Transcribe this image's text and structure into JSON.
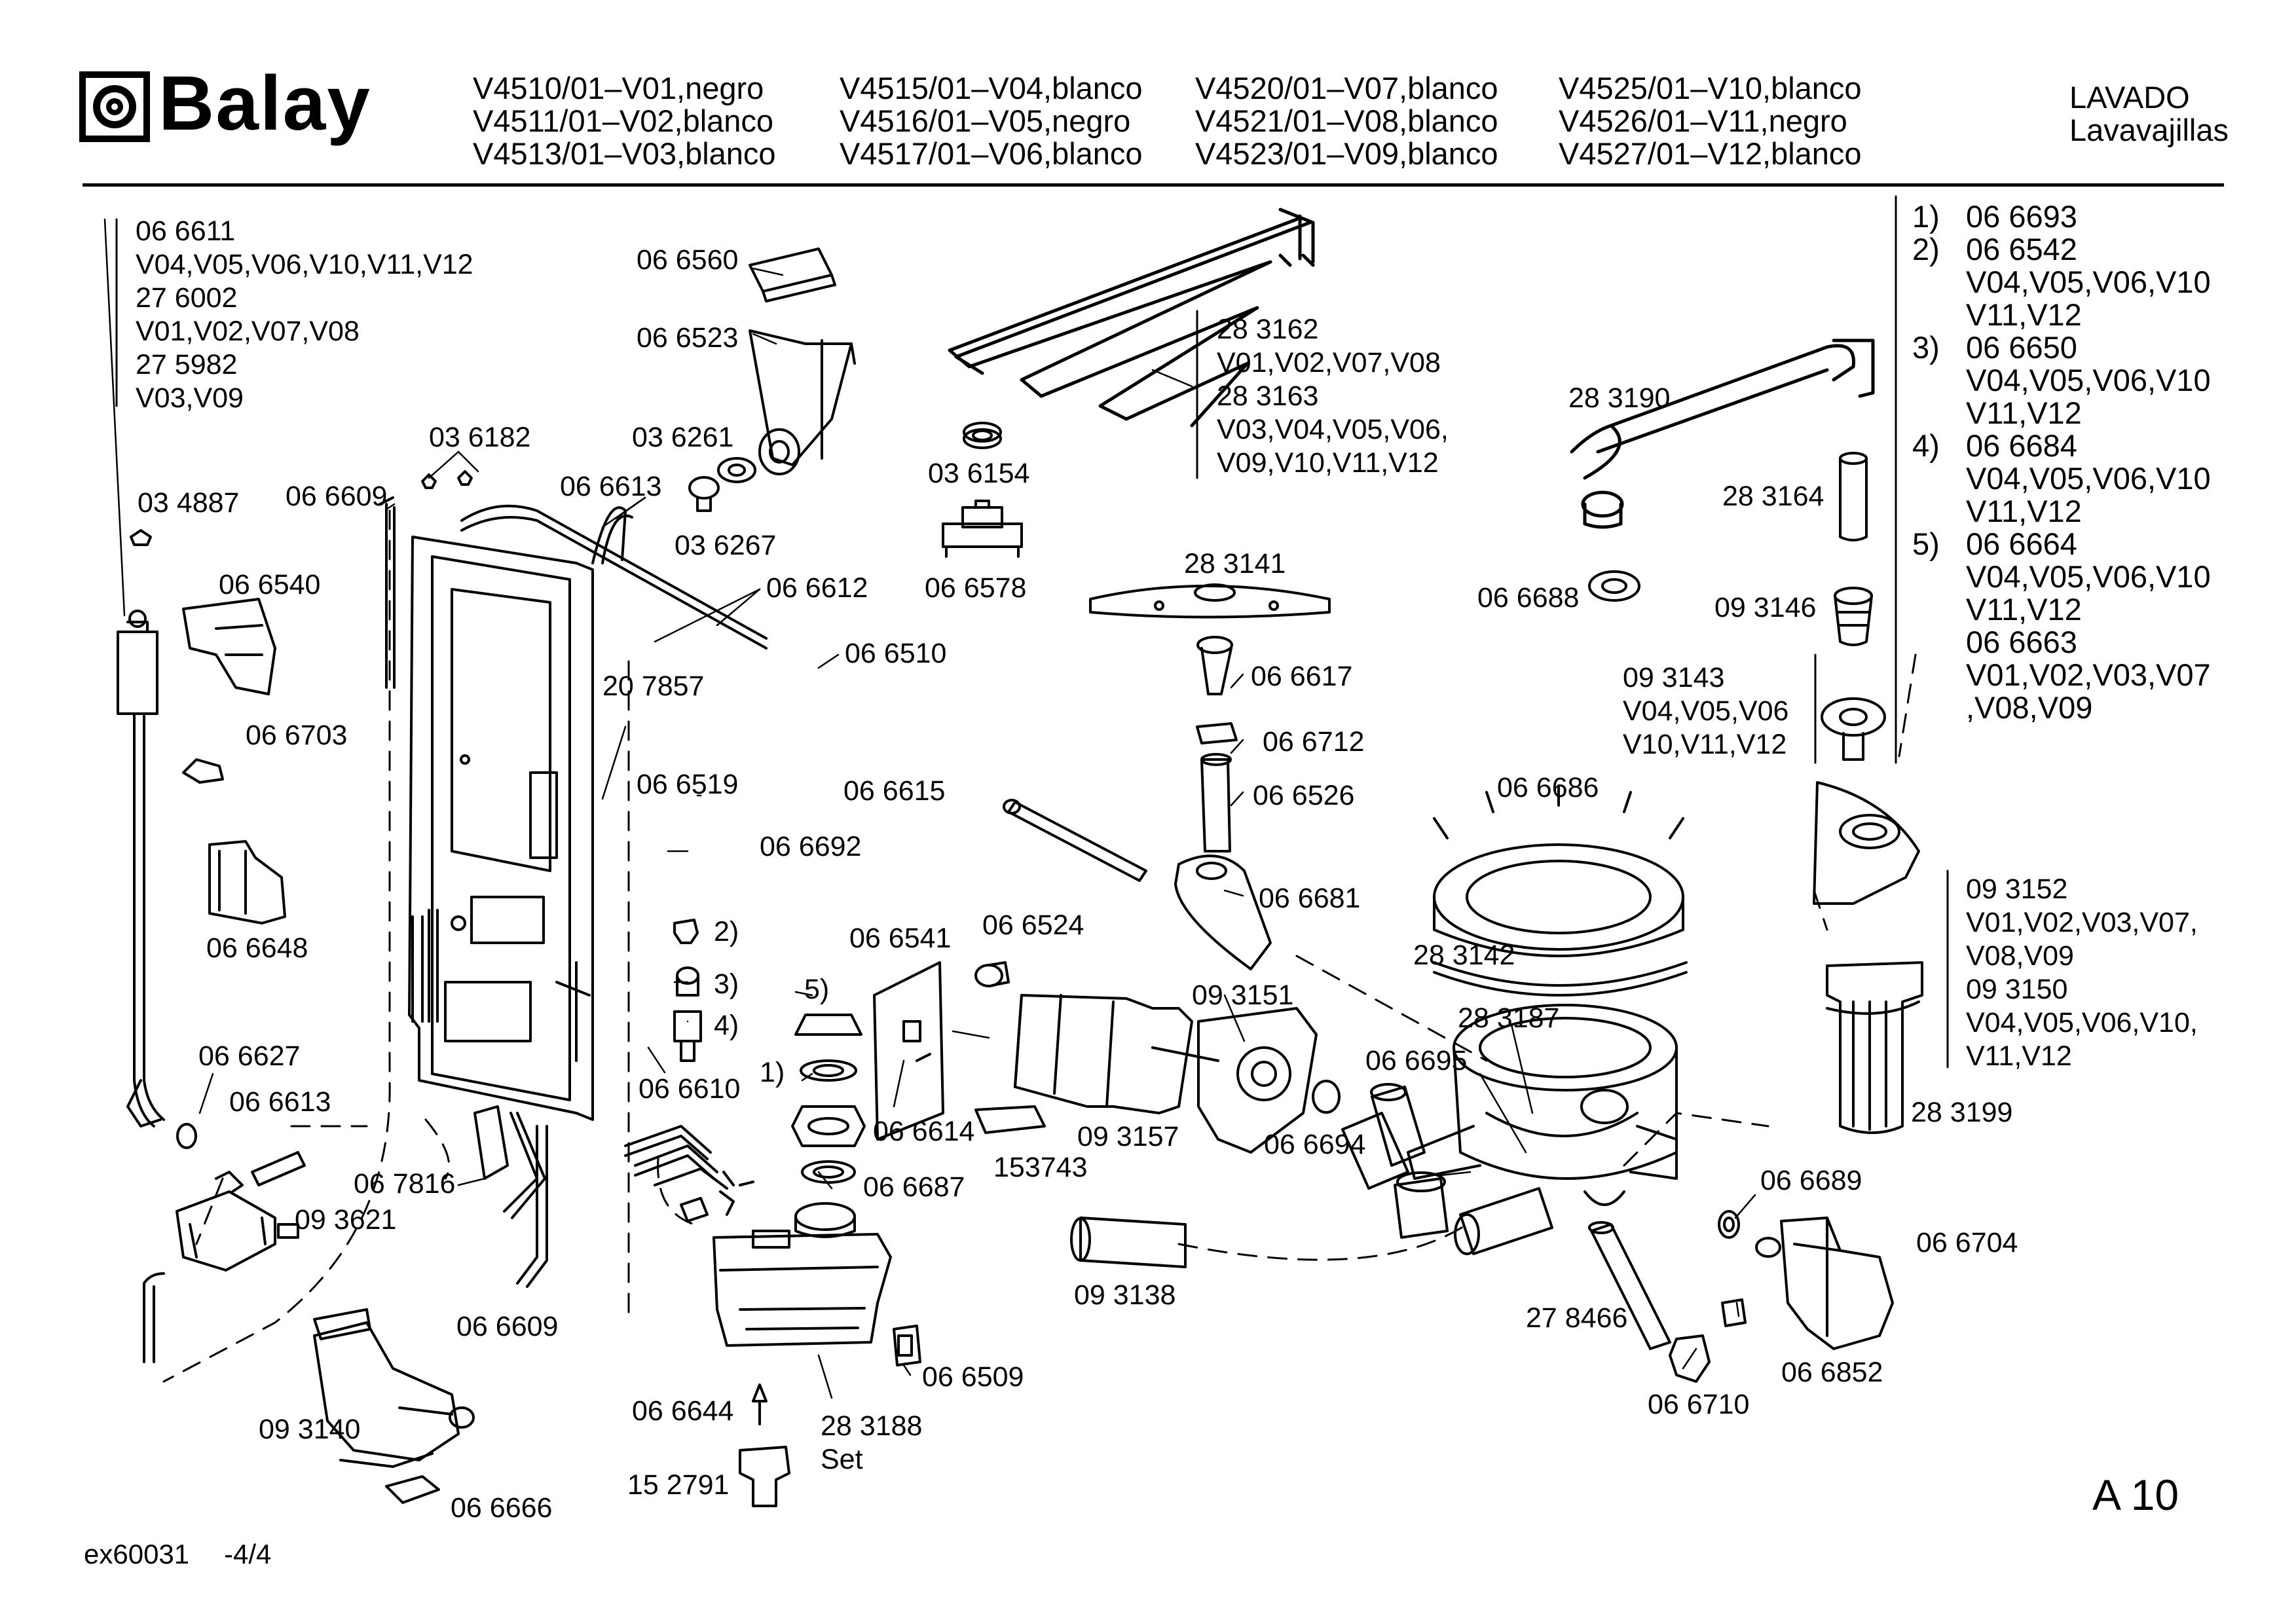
{
  "brand": {
    "name": "Balay"
  },
  "models": [
    [
      "V4510/01–V01,negro",
      "V4511/01–V02,blanco",
      "V4513/01–V03,blanco"
    ],
    [
      "V4515/01–V04,blanco",
      "V4516/01–V05,negro",
      "V4517/01–V06,blanco"
    ],
    [
      "V4520/01–V07,blanco",
      "V4521/01–V08,blanco",
      "V4523/01–V09,blanco"
    ],
    [
      "V4525/01–V10,blanco",
      "V4526/01–V11,negro",
      "V4527/01–V12,blanco"
    ]
  ],
  "section": {
    "title": "LAVADO",
    "subtitle": "Lavavajillas"
  },
  "legend": [
    {
      "num": "1)",
      "lines": [
        "06 6693"
      ]
    },
    {
      "num": "2)",
      "lines": [
        "06 6542",
        "V04,V05,V06,V10",
        "V11,V12"
      ]
    },
    {
      "num": "3)",
      "lines": [
        "06 6650",
        "V04,V05,V06,V10",
        "V11,V12"
      ]
    },
    {
      "num": "4)",
      "lines": [
        "06 6684",
        "V04,V05,V06,V10",
        "V11,V12"
      ]
    },
    {
      "num": "5)",
      "lines": [
        "06 6664",
        "V04,V05,V06,V10",
        "V11,V12",
        "06 6663",
        "V01,V02,V03,V07",
        ",V08,V09"
      ]
    }
  ],
  "page_ref": "A 10",
  "footer": {
    "code": "ex60031",
    "page": "-4/4"
  },
  "labels": [
    {
      "id": "lbl-066611",
      "lines": [
        "06 6611",
        "V04,V05,V06,V10,V11,V12",
        "27 6002",
        "V01,V02,V07,V08",
        "27 5982",
        "V03,V09"
      ]
    },
    {
      "id": "lbl-066560",
      "lines": [
        "06 6560"
      ]
    },
    {
      "id": "lbl-066523",
      "lines": [
        "06 6523"
      ]
    },
    {
      "id": "lbl-283162",
      "lines": [
        "28 3162",
        "V01,V02,V07,V08",
        "28 3163",
        "V03,V04,V05,V06,",
        "V09,V10,V11,V12"
      ]
    },
    {
      "id": "lbl-283190",
      "lines": [
        "28 3190"
      ]
    },
    {
      "id": "lbl-036182",
      "lines": [
        "03 6182"
      ]
    },
    {
      "id": "lbl-036261",
      "lines": [
        "03 6261"
      ]
    },
    {
      "id": "lbl-034887",
      "lines": [
        "03 4887"
      ]
    },
    {
      "id": "lbl-066609a",
      "lines": [
        "06 6609"
      ]
    },
    {
      "id": "lbl-066613a",
      "lines": [
        "06 6613"
      ]
    },
    {
      "id": "lbl-036267",
      "lines": [
        "03 6267"
      ]
    },
    {
      "id": "lbl-036154",
      "lines": [
        "03 6154"
      ]
    },
    {
      "id": "lbl-066578",
      "lines": [
        "06 6578"
      ]
    },
    {
      "id": "lbl-283164",
      "lines": [
        "28 3164"
      ]
    },
    {
      "id": "lbl-066540",
      "lines": [
        "06 6540"
      ]
    },
    {
      "id": "lbl-066612",
      "lines": [
        "06 6612"
      ]
    },
    {
      "id": "lbl-283141",
      "lines": [
        "28 3141"
      ]
    },
    {
      "id": "lbl-066688",
      "lines": [
        "06 6688"
      ]
    },
    {
      "id": "lbl-093146",
      "lines": [
        "09 3146"
      ]
    },
    {
      "id": "lbl-066510",
      "lines": [
        "06 6510"
      ]
    },
    {
      "id": "lbl-207857",
      "lines": [
        "20 7857"
      ]
    },
    {
      "id": "lbl-066617",
      "lines": [
        "06 6617"
      ]
    },
    {
      "id": "lbl-093143",
      "lines": [
        "09 3143",
        "V04,V05,V06",
        "V10,V11,V12"
      ]
    },
    {
      "id": "lbl-066703",
      "lines": [
        "06 6703"
      ]
    },
    {
      "id": "lbl-066712",
      "lines": [
        "06 6712"
      ]
    },
    {
      "id": "lbl-066519",
      "lines": [
        "06 6519"
      ]
    },
    {
      "id": "lbl-066615",
      "lines": [
        "06 6615"
      ]
    },
    {
      "id": "lbl-066526",
      "lines": [
        "06 6526"
      ]
    },
    {
      "id": "lbl-066686",
      "lines": [
        "06 6686"
      ]
    },
    {
      "id": "lbl-066692",
      "lines": [
        "06 6692"
      ]
    },
    {
      "id": "lbl-066681",
      "lines": [
        "06 6681"
      ]
    },
    {
      "id": "lbl-093152",
      "lines": [
        "09 3152",
        "V01,V02,V03,V07,",
        "V08,V09",
        "09 3150",
        "V04,V05,V06,V10,",
        "V11,V12"
      ]
    },
    {
      "id": "lbl-066648",
      "lines": [
        "06 6648"
      ]
    },
    {
      "id": "lbl-2",
      "lines": [
        "2)"
      ]
    },
    {
      "id": "lbl-066541",
      "lines": [
        "06 6541"
      ]
    },
    {
      "id": "lbl-066524",
      "lines": [
        "06 6524"
      ]
    },
    {
      "id": "lbl-283142",
      "lines": [
        "28 3142"
      ]
    },
    {
      "id": "lbl-3",
      "lines": [
        "3)"
      ]
    },
    {
      "id": "lbl-5",
      "lines": [
        "5)"
      ]
    },
    {
      "id": "lbl-093151",
      "lines": [
        "09 3151"
      ]
    },
    {
      "id": "lbl-283187",
      "lines": [
        "28 3187"
      ]
    },
    {
      "id": "lbl-4",
      "lines": [
        "4)"
      ]
    },
    {
      "id": "lbl-066627",
      "lines": [
        "06 6627"
      ]
    },
    {
      "id": "lbl-1",
      "lines": [
        "1)"
      ]
    },
    {
      "id": "lbl-066695",
      "lines": [
        "06 6695"
      ]
    },
    {
      "id": "lbl-066610",
      "lines": [
        "06 6610"
      ]
    },
    {
      "id": "lbl-066613b",
      "lines": [
        "06 6613"
      ]
    },
    {
      "id": "lbl-066614",
      "lines": [
        "06 6614"
      ]
    },
    {
      "id": "lbl-093157",
      "lines": [
        "09 3157"
      ]
    },
    {
      "id": "lbl-283199",
      "lines": [
        "28 3199"
      ]
    },
    {
      "id": "lbl-153743",
      "lines": [
        "153743"
      ]
    },
    {
      "id": "lbl-066694",
      "lines": [
        "06 6694"
      ]
    },
    {
      "id": "lbl-066689",
      "lines": [
        "06 6689"
      ]
    },
    {
      "id": "lbl-067816",
      "lines": [
        "06 7816"
      ]
    },
    {
      "id": "lbl-066687",
      "lines": [
        "06 6687"
      ]
    },
    {
      "id": "lbl-093621",
      "lines": [
        "09 3621"
      ]
    },
    {
      "id": "lbl-066704",
      "lines": [
        "06 6704"
      ]
    },
    {
      "id": "lbl-093138",
      "lines": [
        "09 3138"
      ]
    },
    {
      "id": "lbl-278466",
      "lines": [
        "27 8466"
      ]
    },
    {
      "id": "lbl-066609b",
      "lines": [
        "06 6609"
      ]
    },
    {
      "id": "lbl-066509",
      "lines": [
        "06 6509"
      ]
    },
    {
      "id": "lbl-066852",
      "lines": [
        "06 6852"
      ]
    },
    {
      "id": "lbl-066644",
      "lines": [
        "06 6644"
      ]
    },
    {
      "id": "lbl-283188",
      "lines": [
        "28 3188",
        "Set"
      ]
    },
    {
      "id": "lbl-066710",
      "lines": [
        "06 6710"
      ]
    },
    {
      "id": "lbl-093140",
      "lines": [
        "09 3140"
      ]
    },
    {
      "id": "lbl-152791",
      "lines": [
        "15 2791"
      ]
    },
    {
      "id": "lbl-066666",
      "lines": [
        "06 6666"
      ]
    }
  ]
}
